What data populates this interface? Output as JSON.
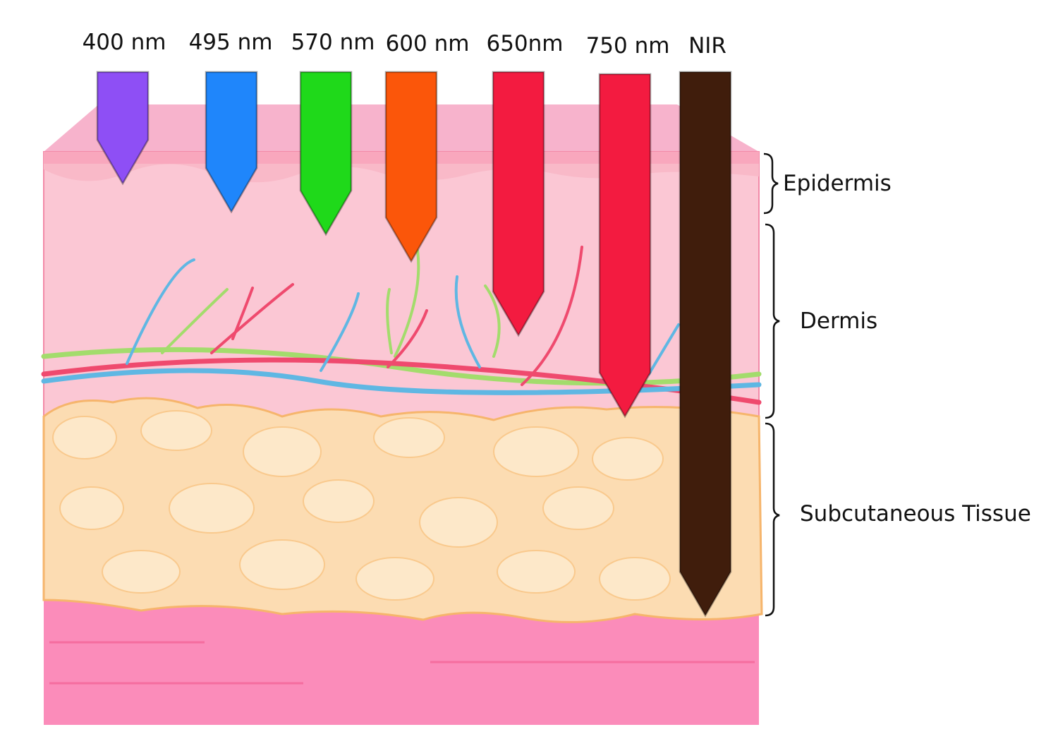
{
  "wavelengths": [
    {
      "label": "400 nm",
      "color": "#8e4ff5",
      "depth_layer": "epidermis"
    },
    {
      "label": "495 nm",
      "color": "#1f86fb",
      "depth_layer": "epidermis"
    },
    {
      "label": "570 nm",
      "color": "#1fd91a",
      "depth_layer": "epidermis/dermis"
    },
    {
      "label": "600 nm",
      "color": "#fb560a",
      "depth_layer": "dermis"
    },
    {
      "label": "650nm",
      "color": "#f31b40",
      "depth_layer": "dermis"
    },
    {
      "label": "750 nm",
      "color": "#f31b40",
      "depth_layer": "dermis/subcutaneous"
    },
    {
      "label": "NIR",
      "color": "#401d0c",
      "depth_layer": "subcutaneous"
    }
  ],
  "layers": {
    "epidermis": "Epidermis",
    "dermis": "Dermis",
    "subcutaneous": "Subcutaneous Tissue"
  }
}
